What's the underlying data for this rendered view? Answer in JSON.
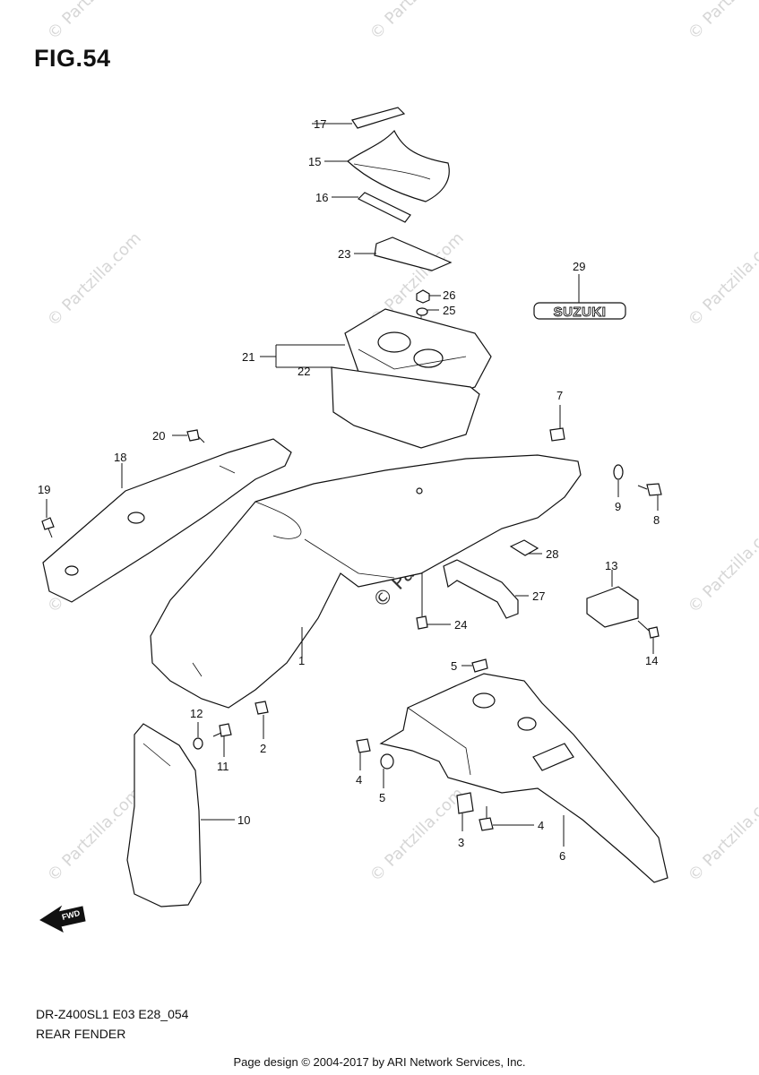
{
  "figure": {
    "title": "FIG.54"
  },
  "watermark": {
    "text": "© Partzilla.com"
  },
  "callouts": [
    "1",
    "2",
    "3",
    "4",
    "4",
    "5",
    "5",
    "6",
    "7",
    "8",
    "9",
    "10",
    "11",
    "12",
    "13",
    "14",
    "15",
    "16",
    "17",
    "18",
    "19",
    "20",
    "21",
    "22",
    "23",
    "24",
    "25",
    "26",
    "27",
    "28",
    "29"
  ],
  "emblem": {
    "text": "SUZUKI"
  },
  "arrow": {
    "text": "FWD"
  },
  "model": {
    "code": "DR-Z400SL1 E03 E28_054",
    "name": "REAR FENDER"
  },
  "footer": {
    "credit": "Page design © 2004-2017 by ARI Network Services, Inc."
  }
}
